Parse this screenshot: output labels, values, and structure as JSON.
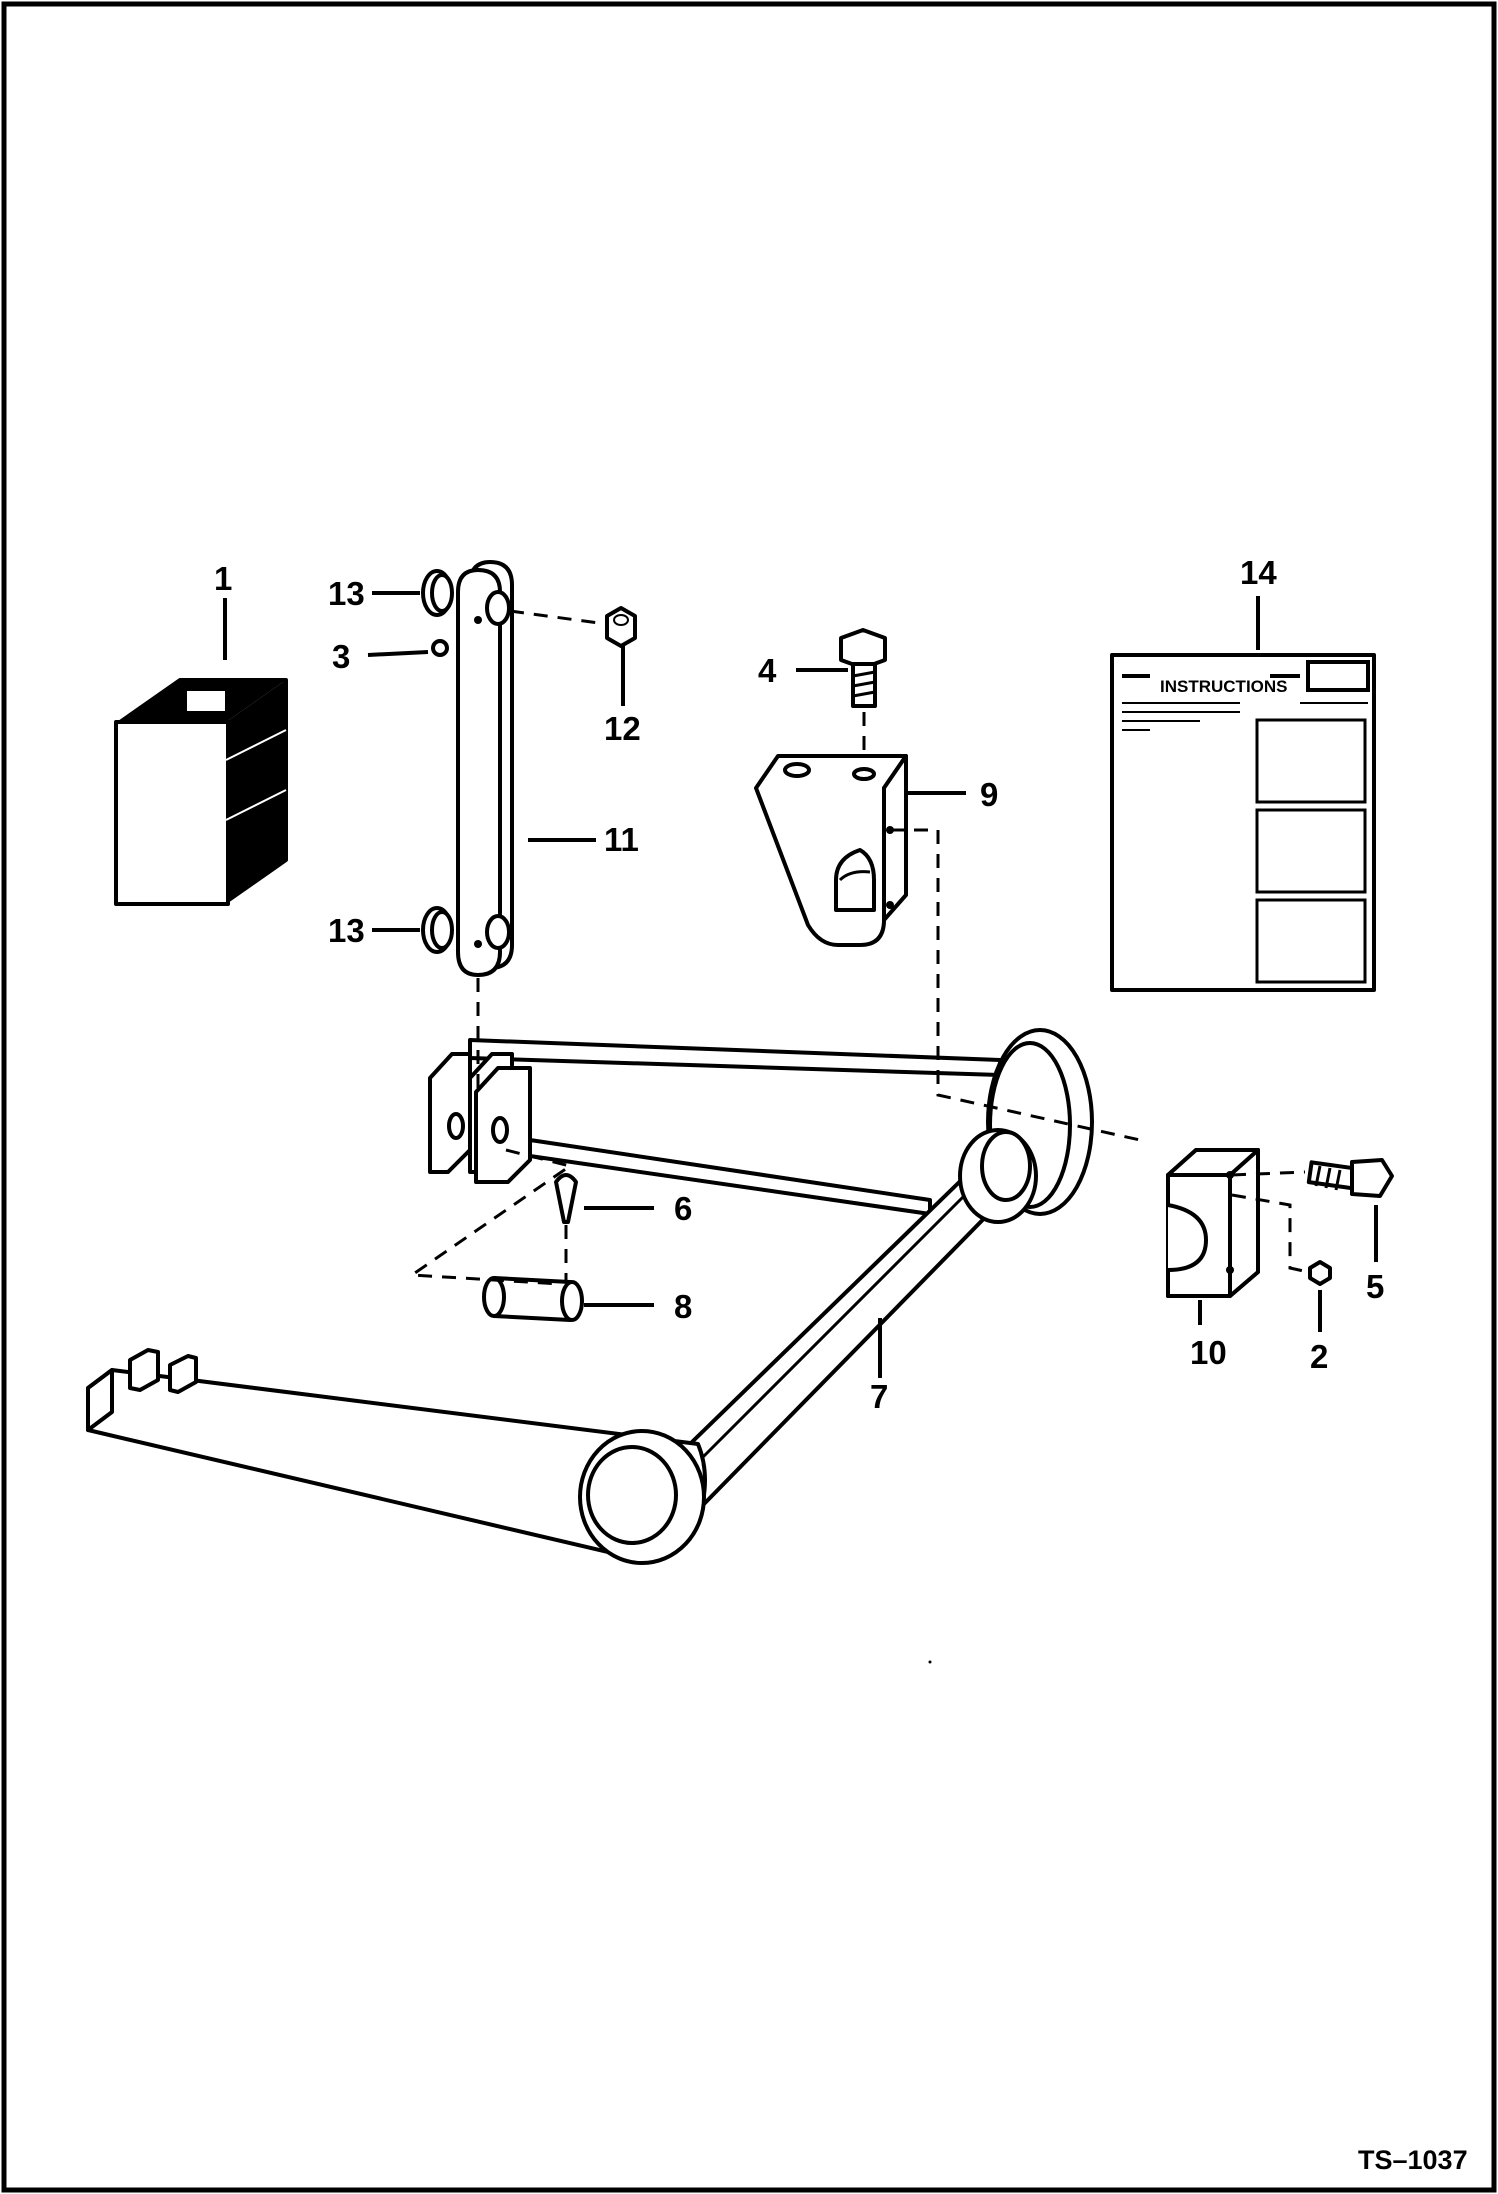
{
  "drawing": {
    "reference": "TS–1037"
  },
  "callouts": {
    "c1": "1",
    "c2": "2",
    "c3": "3",
    "c4": "4",
    "c5": "5",
    "c6": "6",
    "c7": "7",
    "c8": "8",
    "c9": "9",
    "c10": "10",
    "c11": "11",
    "c12": "12",
    "c13a": "13",
    "c13b": "13",
    "c14": "14"
  },
  "instruction_sheet": {
    "heading": "INSTRUCTIONS"
  },
  "colors": {
    "ink": "#000000",
    "paper": "#ffffff"
  }
}
